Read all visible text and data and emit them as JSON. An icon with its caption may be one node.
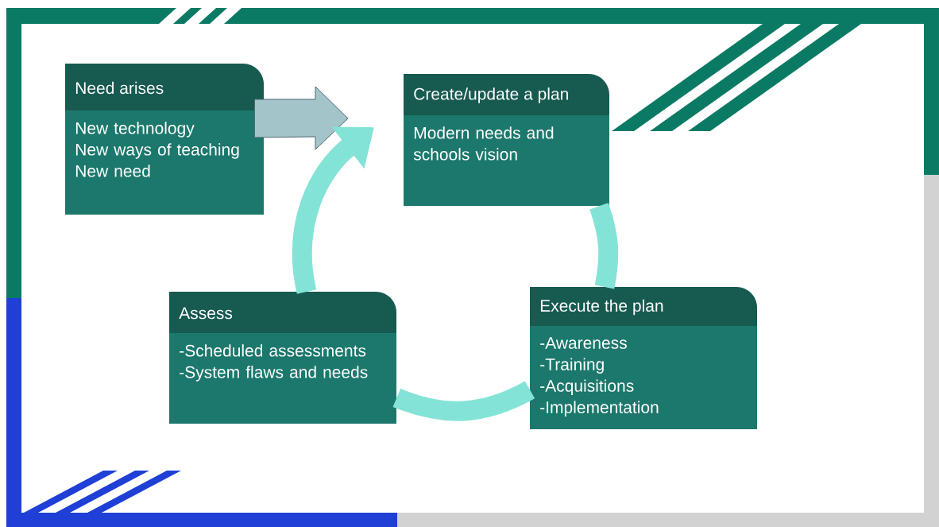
{
  "diagram": {
    "nodes": [
      {
        "text": [
          "Need arises",
          "New technology",
          "New ways of teaching",
          "New need"
        ]
      },
      {
        "text": [
          "Create/update  a plan",
          "Modern needs and schools vision"
        ]
      },
      {
        "text": [
          "Execute the plan",
          "-Awareness",
          "-Training",
          "-Acquisitions",
          "-Implementation"
        ]
      },
      {
        "text": [
          "Assess",
          "-Scheduled assessments",
          "-System flaws and needs"
        ]
      }
    ],
    "edges": [
      {
        "from": 0,
        "to": 1,
        "arrow": "to",
        "color": "#a3c4c8"
      },
      {
        "from": 1,
        "to": 2,
        "arrow": "none"
      },
      {
        "from": 2,
        "to": 3,
        "arrow": "none"
      },
      {
        "from": 3,
        "to": 1,
        "arrow": "to"
      }
    ]
  }
}
